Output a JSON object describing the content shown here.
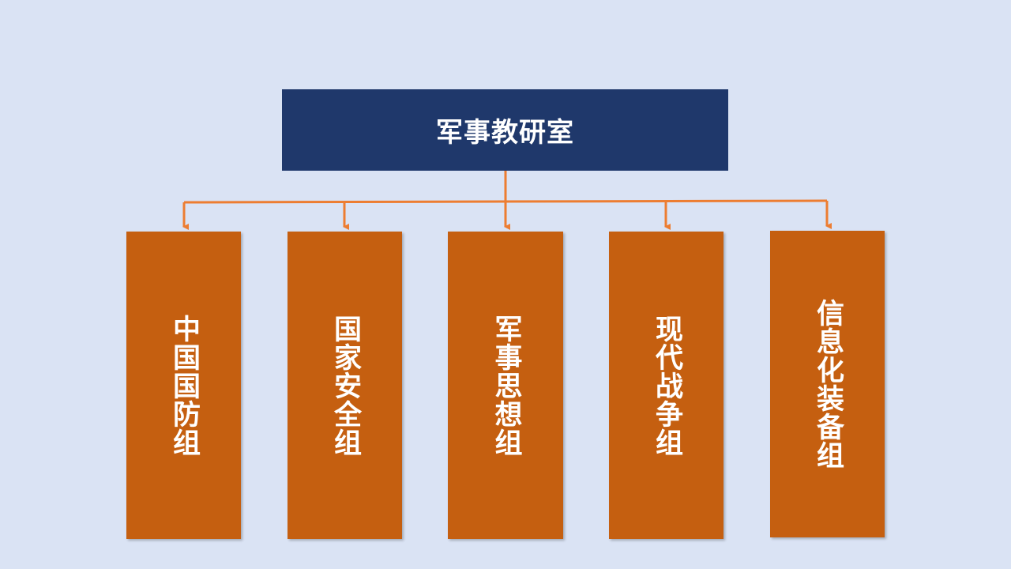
{
  "root": {
    "label": "军事教研室"
  },
  "groups": [
    {
      "label": "中国国防组"
    },
    {
      "label": "国家安全组"
    },
    {
      "label": "军事思想组"
    },
    {
      "label": "现代战争组"
    },
    {
      "label": "信息化装备组"
    }
  ],
  "colors": {
    "background": "#DAE3F4",
    "root": "#1F386B",
    "group": "#C55F10",
    "connector": "#ED7D31"
  }
}
